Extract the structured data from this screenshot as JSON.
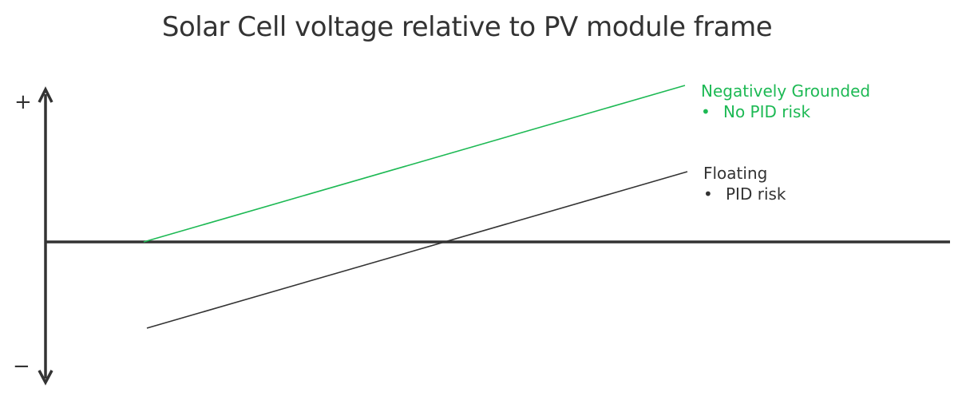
{
  "title": "Solar Cell voltage relative to PV module frame",
  "axis": {
    "plus_label": "+",
    "minus_label": "−"
  },
  "series": [
    {
      "name": "Negatively Grounded",
      "heading": "Negatively Grounded",
      "bullet": "•",
      "bullet_text": "No PID risk",
      "color": "#1db954",
      "line": {
        "x1": 180,
        "y1": 303,
        "x2": 858,
        "y2": 107
      }
    },
    {
      "name": "Floating",
      "heading": "Floating",
      "bullet": "•",
      "bullet_text": "PID risk",
      "color": "#333333",
      "line": {
        "x1": 184,
        "y1": 411,
        "x2": 861,
        "y2": 215
      }
    }
  ],
  "colors": {
    "axis": "#333333",
    "green": "#1db954",
    "dark": "#333333"
  }
}
